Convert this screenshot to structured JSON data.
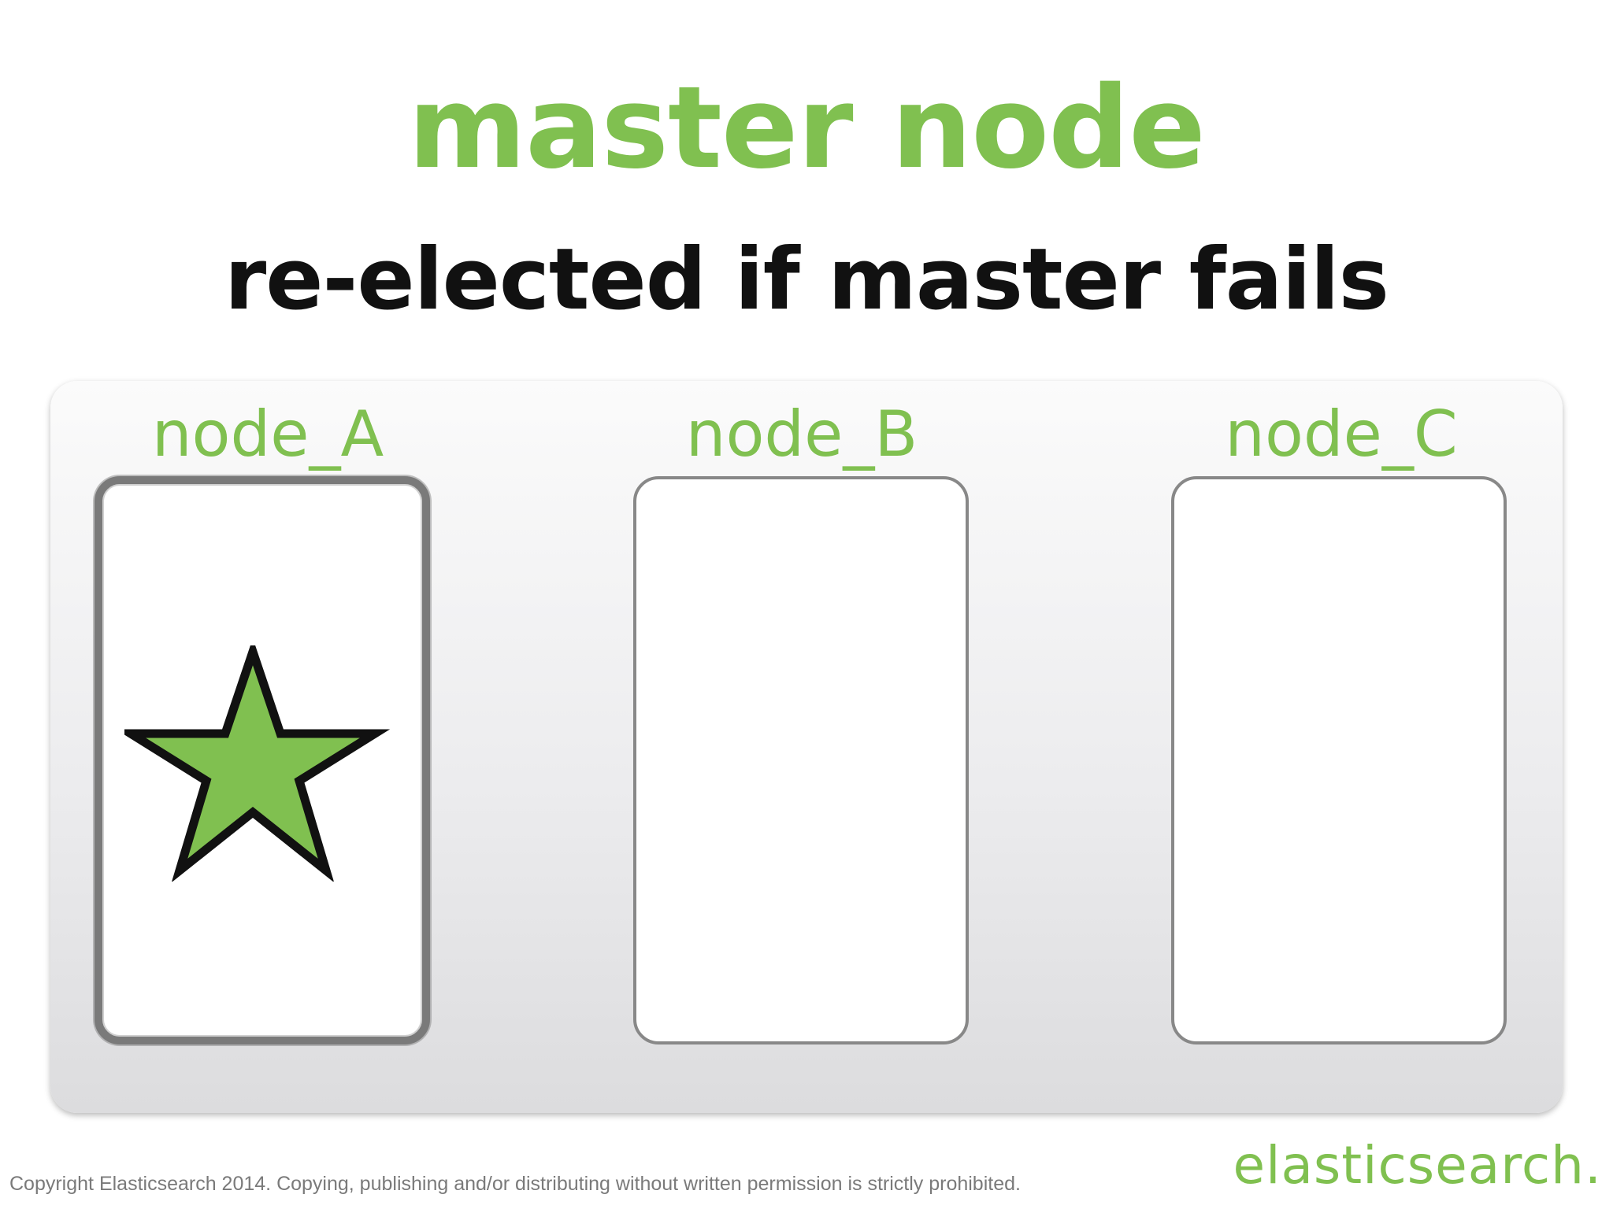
{
  "title": "master node",
  "subtitle": "re-elected if master fails",
  "nodes": [
    {
      "label": "node_A",
      "is_master": true
    },
    {
      "label": "node_B",
      "is_master": false
    },
    {
      "label": "node_C",
      "is_master": false
    }
  ],
  "footer": "Copyright Elasticsearch 2014. Copying, publishing and/or distributing without written permission is strictly prohibited.",
  "logo": "elasticsearch.",
  "colors": {
    "accent_green": "#80c050",
    "title_black": "#111111",
    "box_border": "#888888",
    "footer_gray": "#7a7a7a"
  }
}
